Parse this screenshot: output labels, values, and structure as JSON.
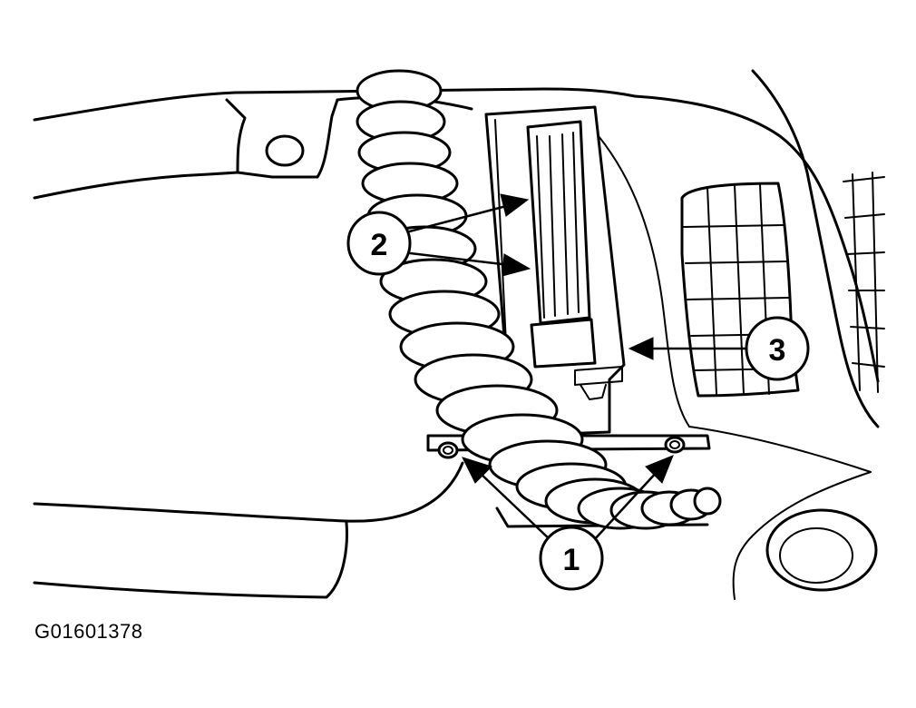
{
  "figure": {
    "code": "G01601378"
  },
  "callouts": [
    {
      "id": "1",
      "label": "1"
    },
    {
      "id": "2",
      "label": "2"
    },
    {
      "id": "3",
      "label": "3"
    }
  ]
}
